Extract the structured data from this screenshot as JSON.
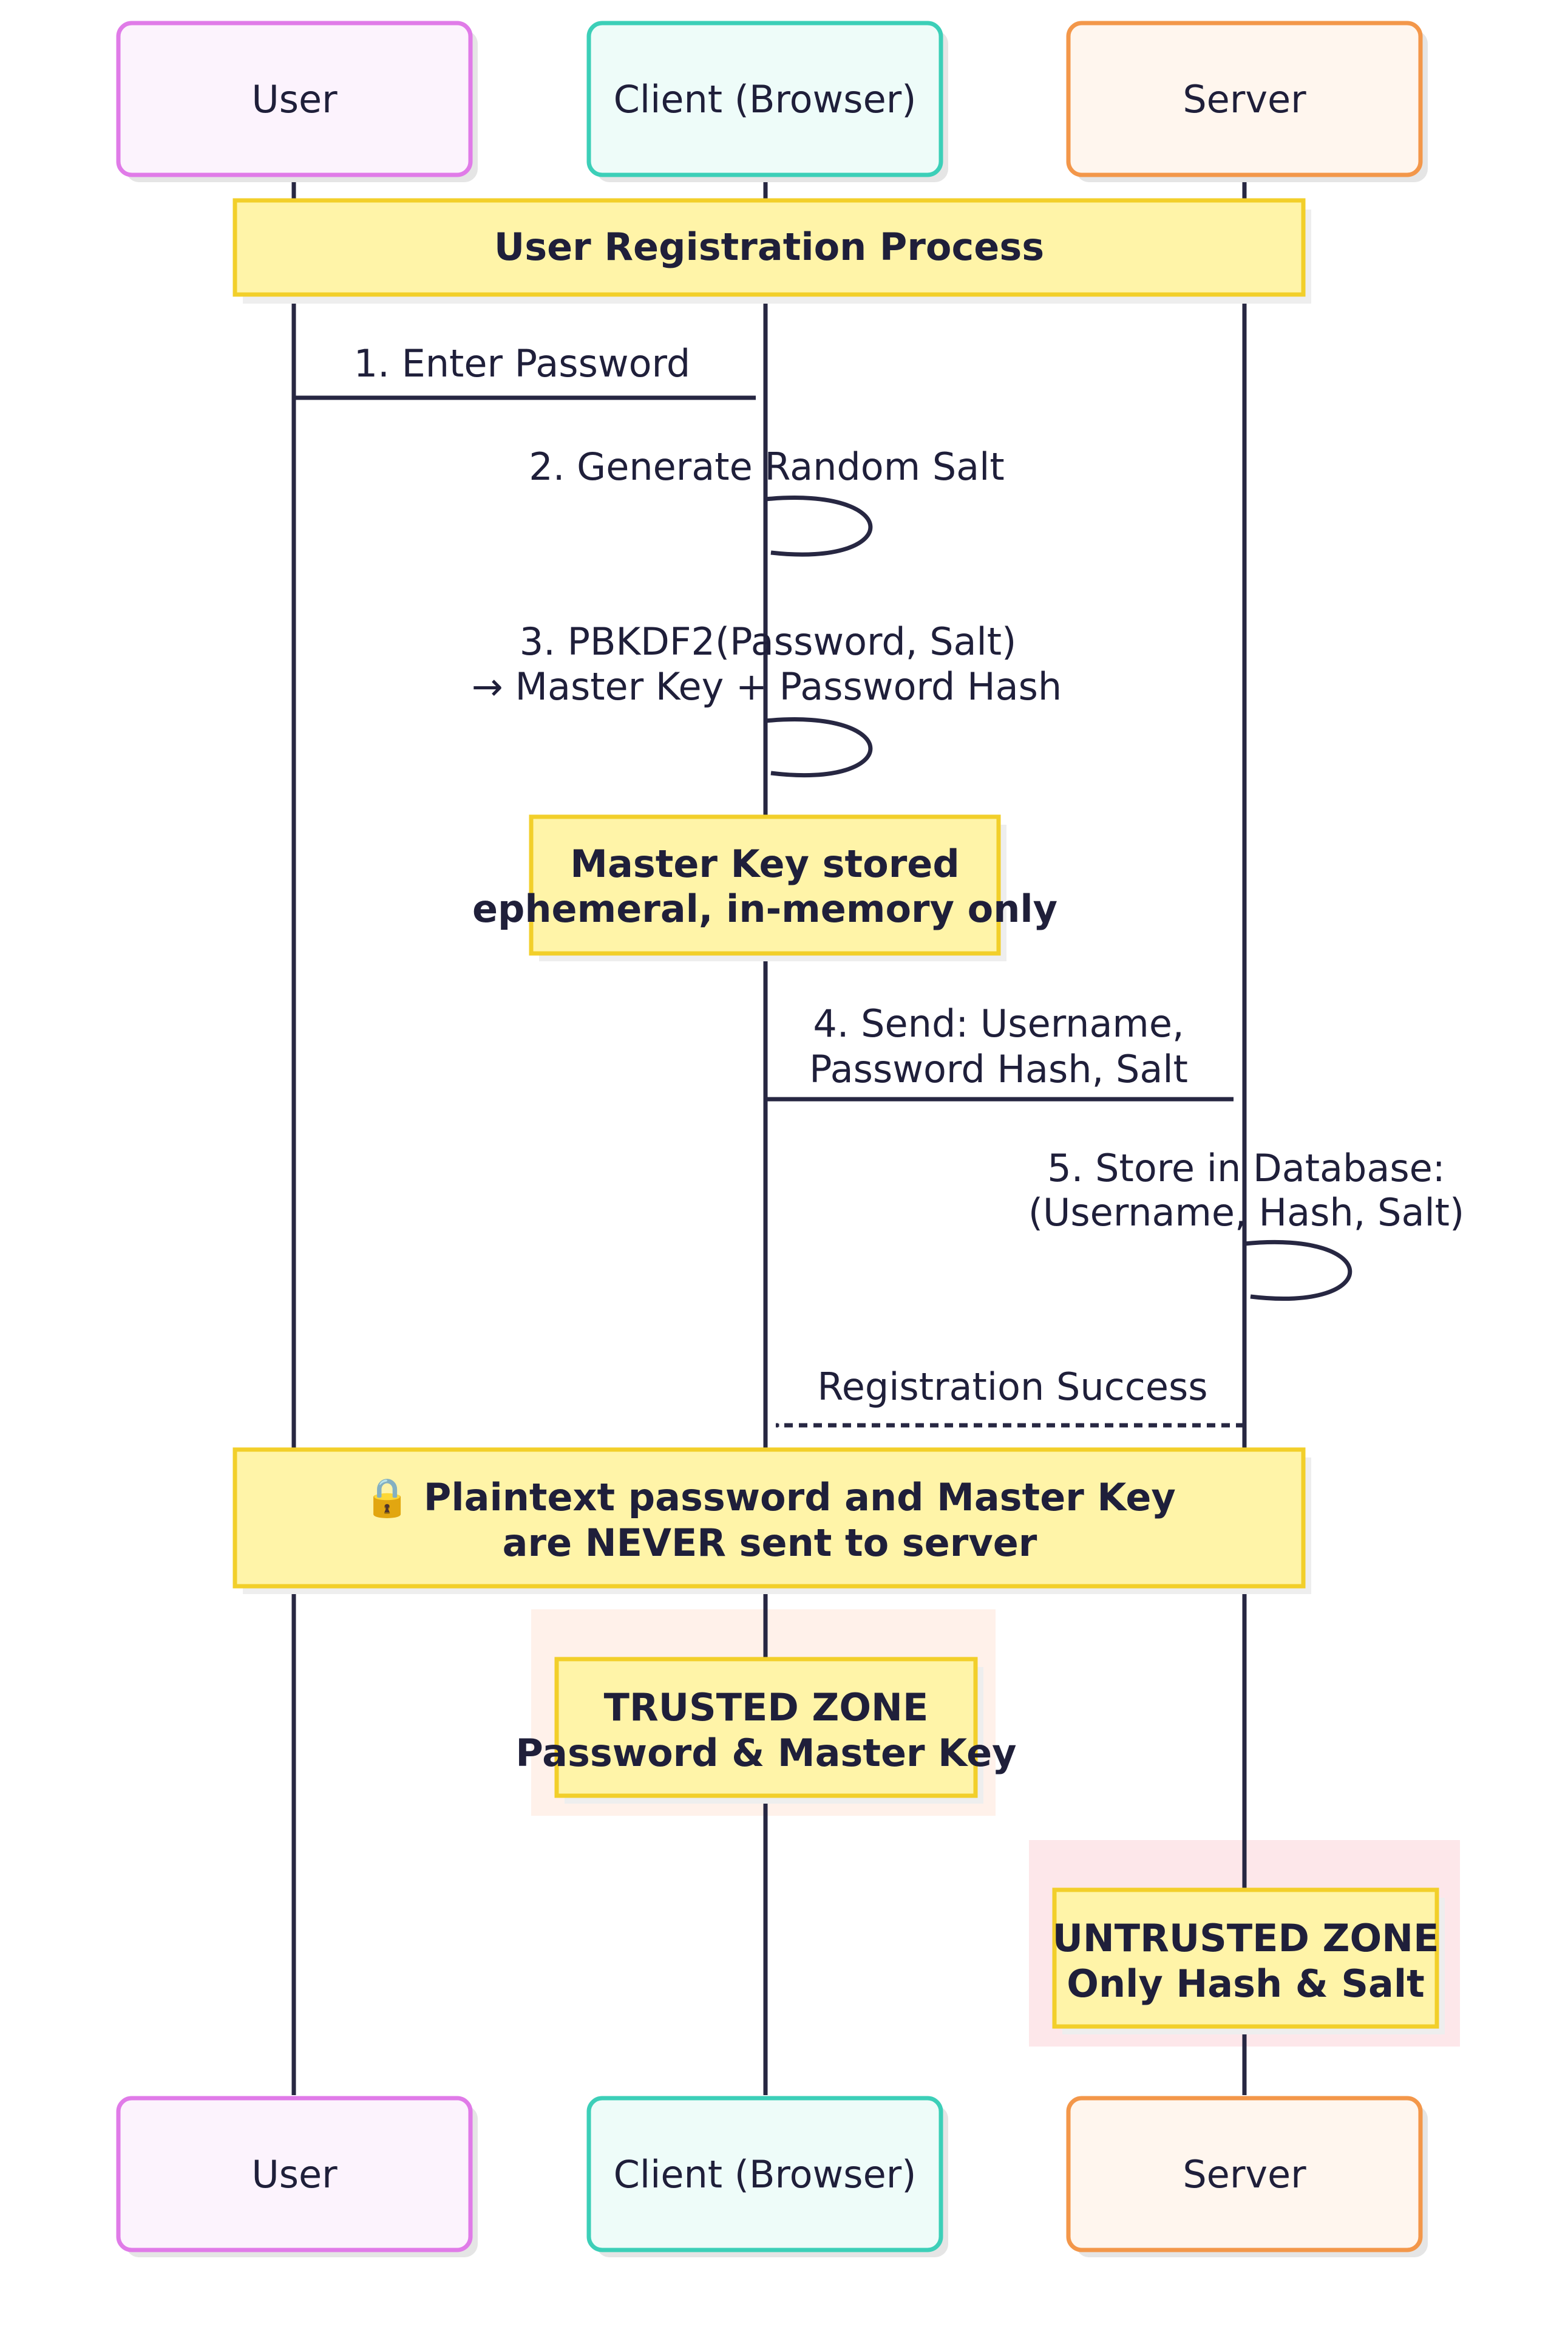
{
  "participants": [
    {
      "id": "user",
      "label": "User",
      "stroke": "#e07be8",
      "fill": "#fcf3fd"
    },
    {
      "id": "client",
      "label": "Client (Browser)",
      "stroke": "#3ccfb8",
      "fill": "#eefcf9"
    },
    {
      "id": "server",
      "label": "Server",
      "stroke": "#f3974a",
      "fill": "#fff6ee"
    }
  ],
  "notes": {
    "registration": "User Registration Process",
    "master_key": [
      "Master Key stored",
      "ephemeral, in-memory only"
    ],
    "never_sent": [
      "🔒 Plaintext password and Master Key",
      "are NEVER sent to server"
    ],
    "trusted_zone": [
      "TRUSTED ZONE",
      "Password & Master Key"
    ],
    "untrusted_zone": [
      "UNTRUSTED ZONE",
      "Only Hash & Salt"
    ]
  },
  "messages": [
    {
      "from": "user",
      "to": "client",
      "lines": [
        "1. Enter Password"
      ],
      "style": "solid"
    },
    {
      "from": "client",
      "to": "client",
      "lines": [
        "2. Generate Random Salt"
      ],
      "style": "self"
    },
    {
      "from": "client",
      "to": "client",
      "lines": [
        "3. PBKDF2(Password, Salt)",
        "→ Master Key + Password Hash"
      ],
      "style": "self"
    },
    {
      "from": "client",
      "to": "server",
      "lines": [
        "4. Send: Username,",
        "Password Hash, Salt"
      ],
      "style": "solid"
    },
    {
      "from": "server",
      "to": "server",
      "lines": [
        "5. Store in Database:",
        "(Username, Hash, Salt)"
      ],
      "style": "self"
    },
    {
      "from": "server",
      "to": "client",
      "lines": [
        "Registration Success"
      ],
      "style": "dashed"
    }
  ],
  "colors": {
    "line": "#272742",
    "note_fill": "#fff4a8",
    "note_stroke": "#f2cf2a",
    "trusted_bg": "#fff1ea",
    "untrusted_bg": "#fde7ea"
  }
}
